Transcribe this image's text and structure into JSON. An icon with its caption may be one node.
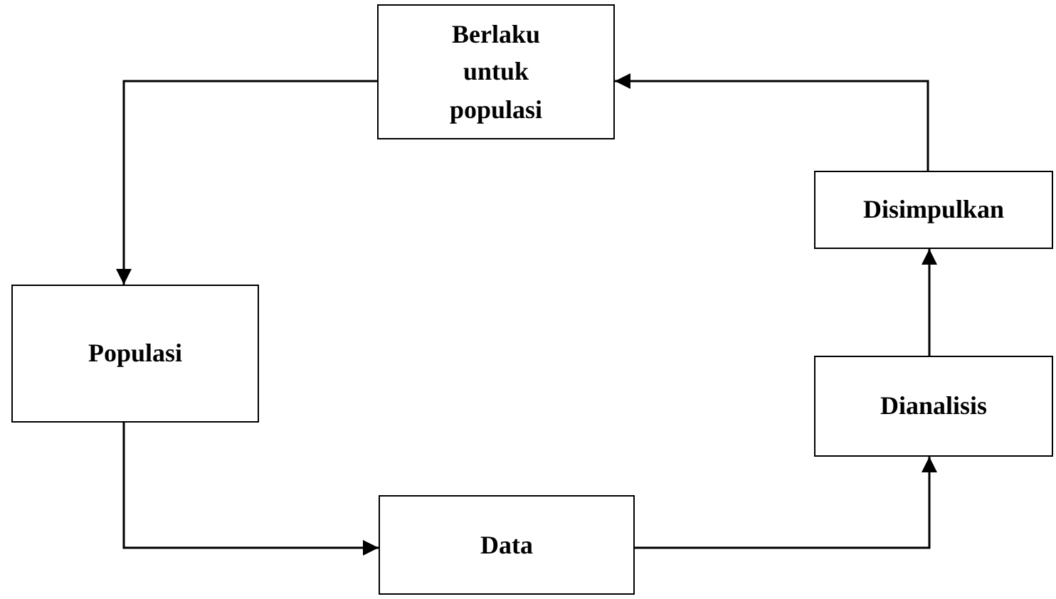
{
  "diagram": {
    "nodes": [
      {
        "text": [
          "Berlaku untuk populasi"
        ]
      },
      {
        "text": [
          "Disimpulkan"
        ]
      },
      {
        "text": [
          "Populasi"
        ]
      },
      {
        "text": [
          "Dianalisis"
        ]
      },
      {
        "text": [
          "Data"
        ]
      }
    ],
    "edges": [
      {
        "from": 0,
        "to": 2,
        "arrow": "to"
      },
      {
        "from": 2,
        "to": 4,
        "arrow": "to"
      },
      {
        "from": 4,
        "to": 3,
        "arrow": "to"
      },
      {
        "from": 3,
        "to": 1,
        "arrow": "to"
      },
      {
        "from": 1,
        "to": 0,
        "arrow": "to"
      }
    ]
  }
}
